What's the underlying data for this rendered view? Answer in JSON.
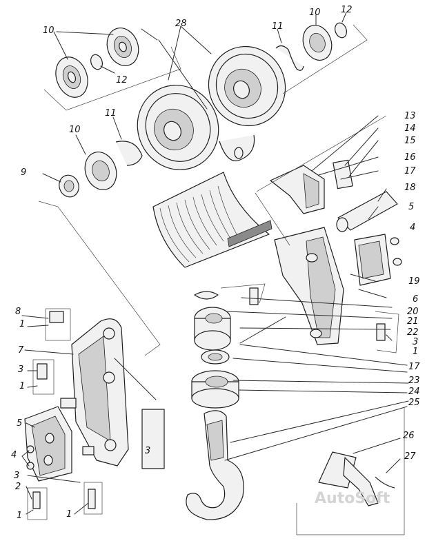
{
  "callouts": {
    "c1a": "10",
    "c1b": "12",
    "c1c": "28",
    "c1d": "11",
    "c1e": "10",
    "c1f": "12",
    "c2a": "11",
    "c2b": "10",
    "c2c": "9",
    "c3a": "13",
    "c3b": "14",
    "c3c": "15",
    "c3d": "16",
    "c3e": "17",
    "c3f": "18",
    "c3g": "5",
    "c3h": "4",
    "c3i": "19",
    "c3j": "6",
    "c3k": "20",
    "c3l": "21",
    "c3m": "22",
    "c3n": "3",
    "c3o": "1",
    "c3p": "17",
    "c3q": "23",
    "c3r": "24",
    "c3s": "25",
    "c3t": "26",
    "c3u": "27",
    "c4a": "8",
    "c4b": "1",
    "c4c": "7",
    "c4d": "3",
    "c4e": "1",
    "c4f": "5",
    "c4g": "4",
    "c4h": "3",
    "c4i": "2",
    "c4j": "1",
    "c4k": "1",
    "c4l": "3"
  },
  "watermark": "AutoSoft"
}
